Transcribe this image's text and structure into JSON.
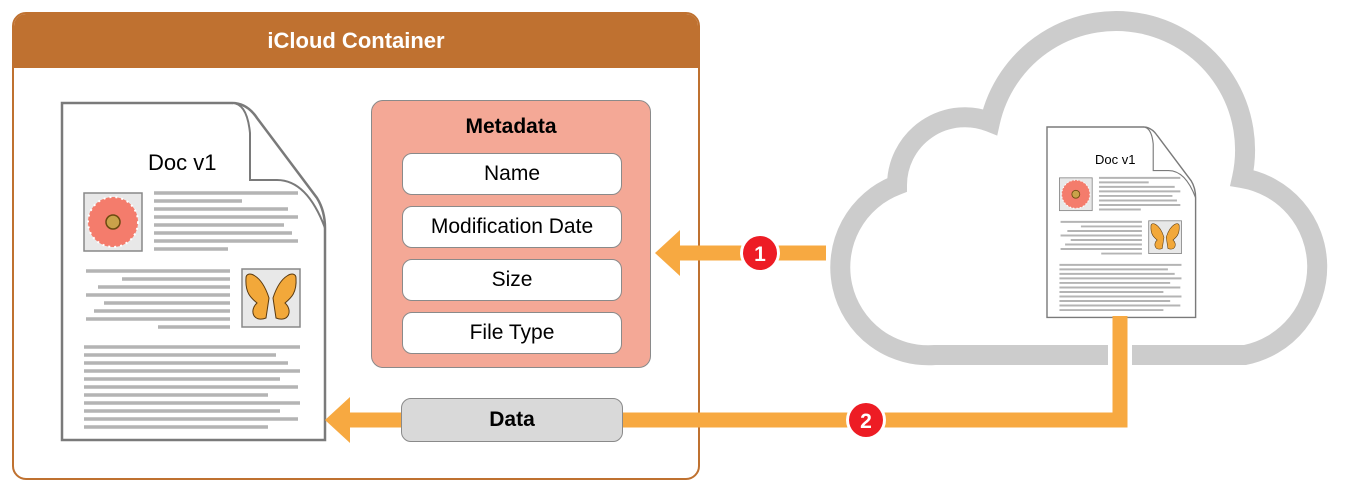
{
  "container": {
    "title": "iCloud Container"
  },
  "metadata": {
    "title": "Metadata",
    "items": [
      "Name",
      "Modification Date",
      "Size",
      "File Type"
    ]
  },
  "data_box": {
    "label": "Data"
  },
  "local_document": {
    "title": "Doc v1"
  },
  "cloud_document": {
    "title": "Doc v1"
  },
  "steps": [
    {
      "label": "1"
    },
    {
      "label": "2"
    }
  ],
  "colors": {
    "container": "#bf7130",
    "metadata": "#f4a896",
    "data": "#d9d9d9",
    "arrow": "#f7a941",
    "badge": "#ed1c24",
    "cloud": "#cccccc"
  }
}
